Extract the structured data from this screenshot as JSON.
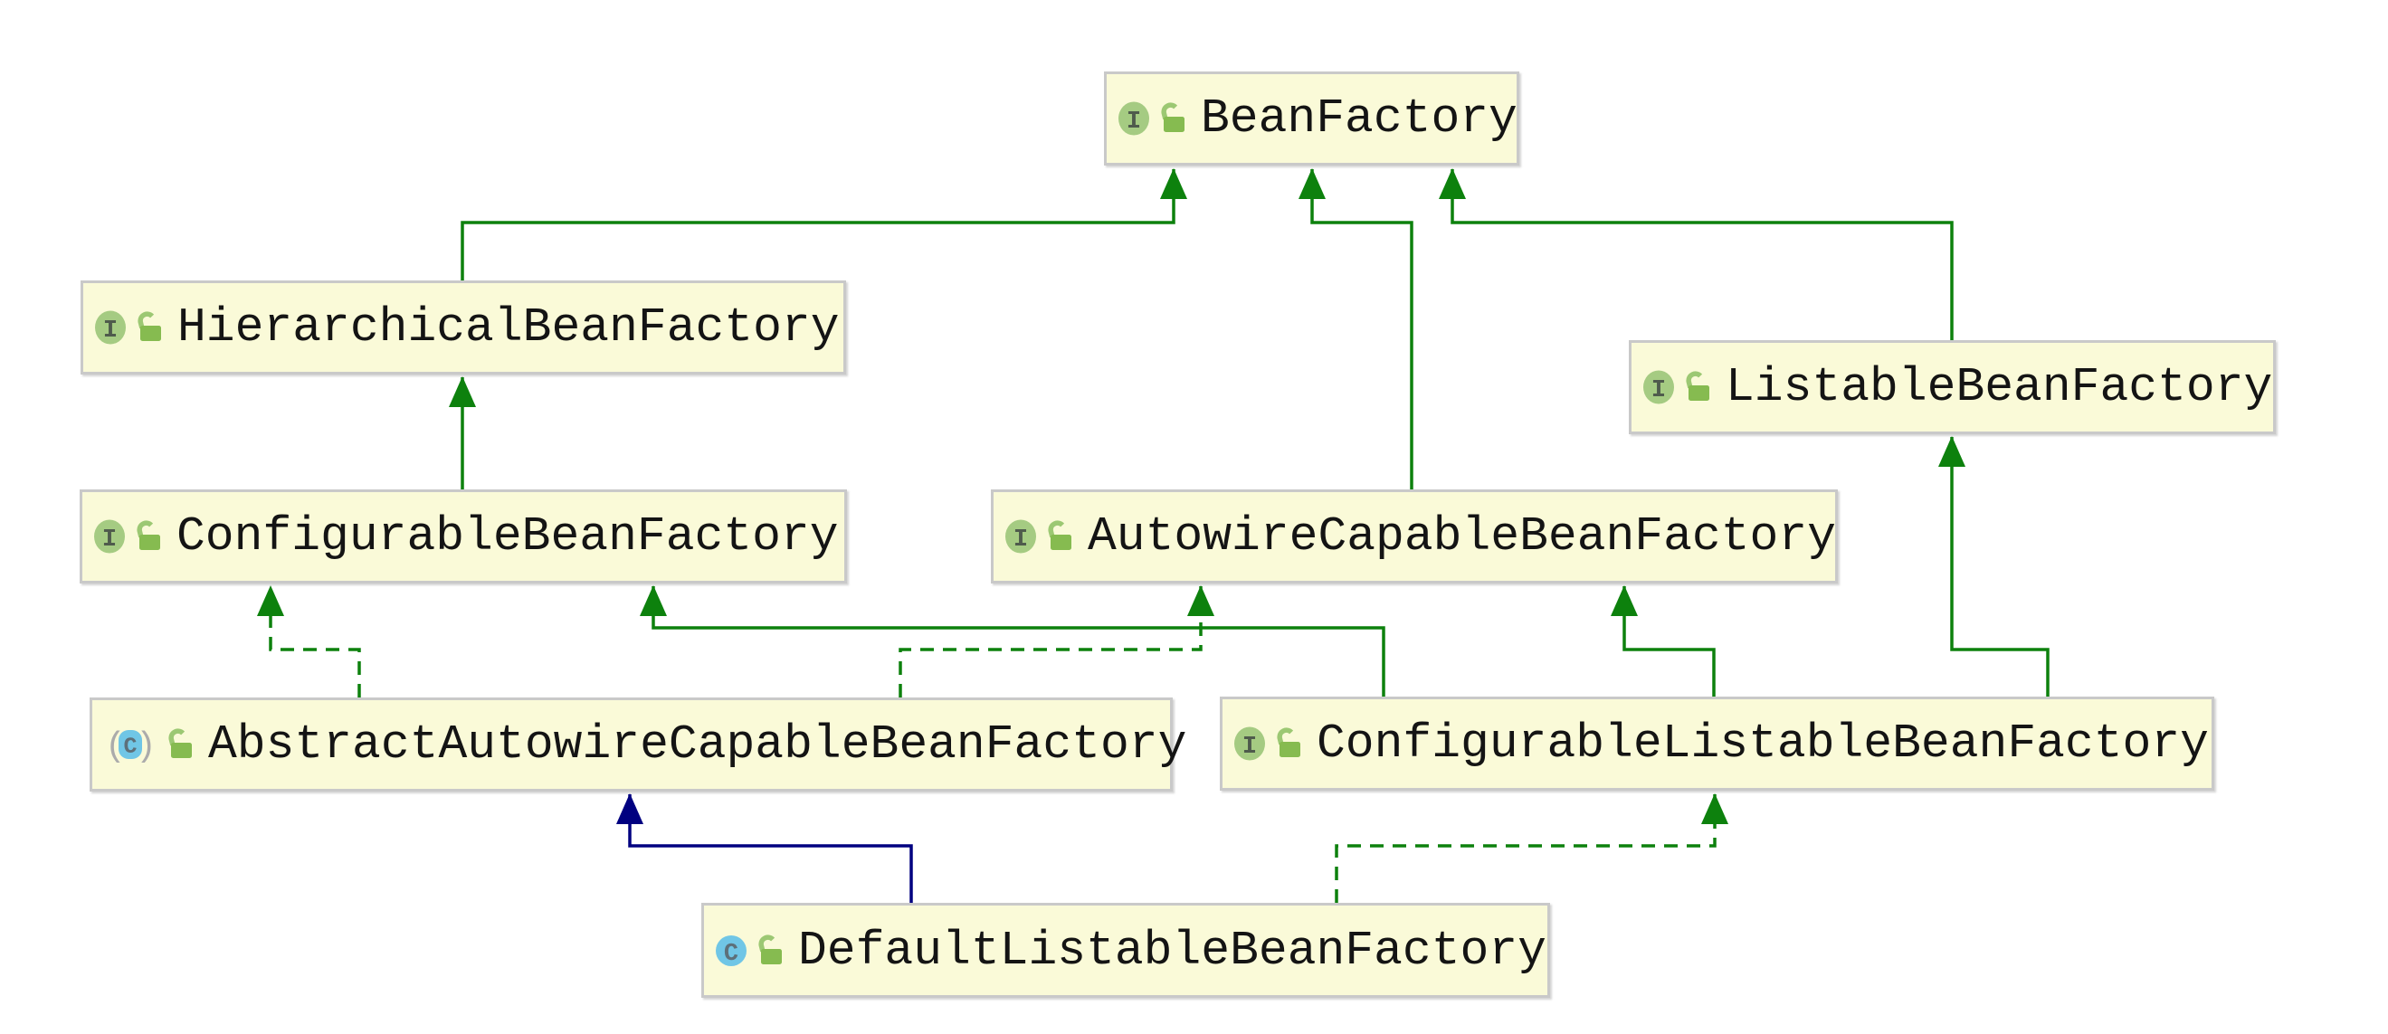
{
  "diagram": {
    "tool": "uml-class-diagram",
    "nodes": [
      {
        "id": "bean-factory",
        "label": "BeanFactory",
        "kind": "interface",
        "icons": [
          "interface-icon",
          "public-open-lock-icon"
        ]
      },
      {
        "id": "hierarchical-bean-factory",
        "label": "HierarchicalBeanFactory",
        "kind": "interface",
        "icons": [
          "interface-icon",
          "public-open-lock-icon"
        ]
      },
      {
        "id": "listable-bean-factory",
        "label": "ListableBeanFactory",
        "kind": "interface",
        "icons": [
          "interface-icon",
          "public-open-lock-icon"
        ]
      },
      {
        "id": "configurable-bean-factory",
        "label": "ConfigurableBeanFactory",
        "kind": "interface",
        "icons": [
          "interface-icon",
          "public-open-lock-icon"
        ]
      },
      {
        "id": "autowire-capable-bean-factory",
        "label": "AutowireCapableBeanFactory",
        "kind": "interface",
        "icons": [
          "interface-icon",
          "public-open-lock-icon"
        ]
      },
      {
        "id": "abstract-autowire-capable-bean-factory",
        "label": "AbstractAutowireCapableBeanFactory",
        "kind": "abstract-class",
        "icons": [
          "abstract-class-icon",
          "public-open-lock-icon"
        ]
      },
      {
        "id": "configurable-listable-bean-factory",
        "label": "ConfigurableListableBeanFactory",
        "kind": "interface",
        "icons": [
          "interface-icon",
          "public-open-lock-icon"
        ]
      },
      {
        "id": "default-listable-bean-factory",
        "label": "DefaultListableBeanFactory",
        "kind": "class",
        "icons": [
          "class-icon",
          "public-open-lock-icon"
        ]
      }
    ],
    "edges": [
      {
        "from": "hierarchical-bean-factory",
        "to": "bean-factory",
        "relation": "extends",
        "line": "solid",
        "color": "#0D810D"
      },
      {
        "from": "autowire-capable-bean-factory",
        "to": "bean-factory",
        "relation": "extends",
        "line": "solid",
        "color": "#0D810D"
      },
      {
        "from": "listable-bean-factory",
        "to": "bean-factory",
        "relation": "extends",
        "line": "solid",
        "color": "#0D810D"
      },
      {
        "from": "configurable-bean-factory",
        "to": "hierarchical-bean-factory",
        "relation": "extends",
        "line": "solid",
        "color": "#0D810D"
      },
      {
        "from": "configurable-listable-bean-factory",
        "to": "configurable-bean-factory",
        "relation": "extends",
        "line": "solid",
        "color": "#0D810D"
      },
      {
        "from": "configurable-listable-bean-factory",
        "to": "autowire-capable-bean-factory",
        "relation": "extends",
        "line": "solid",
        "color": "#0D810D"
      },
      {
        "from": "configurable-listable-bean-factory",
        "to": "listable-bean-factory",
        "relation": "extends",
        "line": "solid",
        "color": "#0D810D"
      },
      {
        "from": "abstract-autowire-capable-bean-factory",
        "to": "configurable-bean-factory",
        "relation": "implements",
        "line": "dashed",
        "color": "#0D810D"
      },
      {
        "from": "abstract-autowire-capable-bean-factory",
        "to": "autowire-capable-bean-factory",
        "relation": "implements",
        "line": "dashed",
        "color": "#0D810D"
      },
      {
        "from": "default-listable-bean-factory",
        "to": "abstract-autowire-capable-bean-factory",
        "relation": "extends",
        "line": "solid",
        "color": "#000080"
      },
      {
        "from": "default-listable-bean-factory",
        "to": "configurable-listable-bean-factory",
        "relation": "implements",
        "line": "dashed",
        "color": "#0D810D"
      }
    ],
    "colors": {
      "interface_edge_green": "#0D810D",
      "class_extends_navy": "#000080",
      "node_fill": "#FAFAD8",
      "node_border": "#C9C9C9",
      "interface_icon_fill": "#A5CB82",
      "class_icon_fill": "#70C6E6",
      "lock_icon_fill": "#86BB50",
      "label_text": "#141414",
      "background": "#FFFFFF"
    }
  }
}
